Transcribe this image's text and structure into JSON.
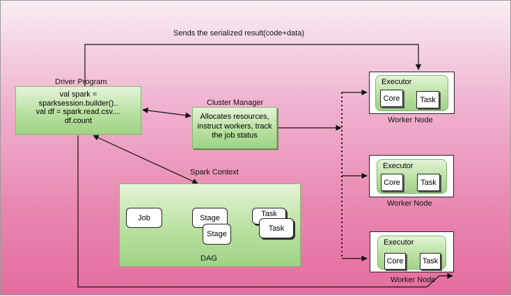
{
  "colors": {
    "green_fill": "#b9e1a0",
    "green_border": "#86b96d",
    "background_top": "#f8edf3",
    "background_bottom": "#e46d9e"
  },
  "top_label": "Sends the serialized result(code+data)",
  "driver": {
    "title": "Driver  Program",
    "lines": [
      "val spark =",
      "sparksession.builder()..",
      "val df = spark.read.csv....",
      "df.count"
    ]
  },
  "cluster_manager": {
    "title": "Cluster Manager",
    "lines": [
      "Allocates resources,",
      "instruct workers, track",
      "the job status"
    ]
  },
  "spark_context": {
    "title": "Spark Context",
    "dag_label": "DAG",
    "job": "Job",
    "stage1": "Stage",
    "stage2": "Stage",
    "task1": "Task",
    "task2": "Task"
  },
  "workers": [
    {
      "executor": "Executor",
      "core": "Core",
      "task": "Task",
      "label": "Worker Node"
    },
    {
      "executor": "Executor",
      "core": "Core",
      "task": "Task",
      "label": "Worker Node"
    },
    {
      "executor": "Executor",
      "core": "Core",
      "task": "Task",
      "label": "Worker Node"
    }
  ]
}
